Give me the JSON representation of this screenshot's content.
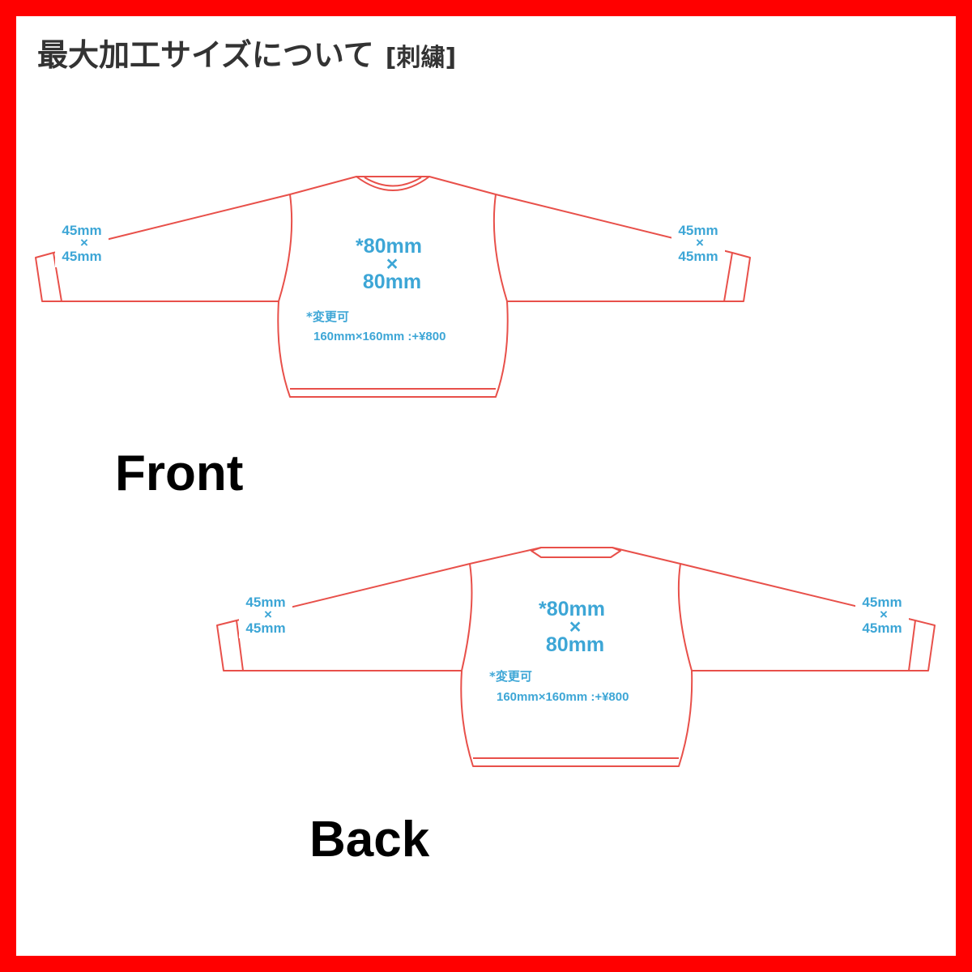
{
  "header": {
    "title": "最大加工サイズについて",
    "tag": "[刺繍]"
  },
  "colors": {
    "border": "#ff0000",
    "garment_outline": "#e8504a",
    "dimension_text": "#3da6d6",
    "title_text": "#333333"
  },
  "front": {
    "view_label": "Front",
    "left_sleeve": {
      "w": "45mm",
      "x": "×",
      "h": "45mm"
    },
    "right_sleeve": {
      "w": "45mm",
      "x": "×",
      "h": "45mm"
    },
    "chest": {
      "w": "*80mm",
      "x": "×",
      "h": "80mm"
    },
    "note_title": "*変更可",
    "note_detail": "160mm×160mm :+¥800"
  },
  "back": {
    "view_label": "Back",
    "left_sleeve": {
      "w": "45mm",
      "x": "×",
      "h": "45mm"
    },
    "right_sleeve": {
      "w": "45mm",
      "x": "×",
      "h": "45mm"
    },
    "chest": {
      "w": "*80mm",
      "x": "×",
      "h": "80mm"
    },
    "note_title": "*変更可",
    "note_detail": "160mm×160mm :+¥800"
  }
}
